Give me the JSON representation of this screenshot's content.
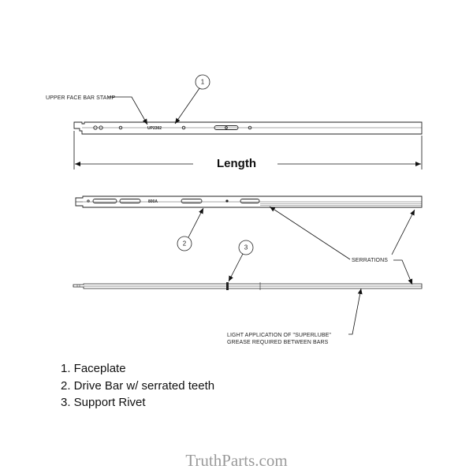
{
  "callouts": {
    "c1": "1",
    "c2": "2",
    "c3": "3"
  },
  "labels": {
    "upper_face_bar_stamp": "UPPER FACE BAR STAMP",
    "stamp_text": "UP2302",
    "drive_bar_stamp": "800A",
    "length": "Length",
    "serrations": "SERRATIONS",
    "grease_line1": "LIGHT APPLICATION OF \"SUPERLUBE\"",
    "grease_line2": "GREASE REQUIRED BETWEEN BARS"
  },
  "legend": [
    "1. Faceplate",
    "2. Drive Bar w/ serrated teeth",
    "3. Support Rivet"
  ],
  "watermark": "TruthParts.com"
}
